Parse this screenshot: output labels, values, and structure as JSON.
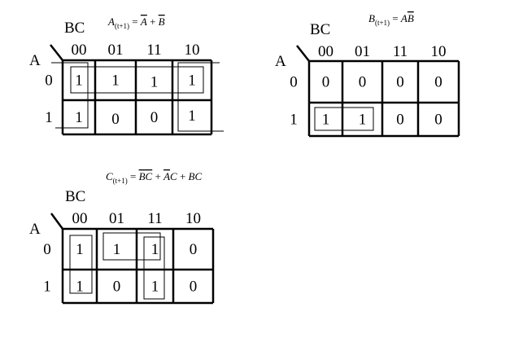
{
  "maps": [
    {
      "id": "A",
      "equation": {
        "lhs": "A",
        "sub": "(t+1)",
        "rhs_terms": [
          {
            "text": "A",
            "bar": true
          },
          {
            "text": " + ",
            "bar": false
          },
          {
            "text": "B",
            "bar": true
          }
        ]
      },
      "col_var": "BC",
      "row_var": "A",
      "col_labels": [
        "00",
        "01",
        "11",
        "10"
      ],
      "row_labels": [
        "0",
        "1"
      ],
      "cells": [
        [
          "1",
          "1",
          "1",
          "1"
        ],
        [
          "1",
          "0",
          "0",
          "1"
        ]
      ]
    },
    {
      "id": "B",
      "equation": {
        "lhs": "B",
        "sub": "(t+1)",
        "rhs_terms": [
          {
            "text": "A",
            "bar": false
          },
          {
            "text": "B",
            "bar": true
          }
        ]
      },
      "col_var": "BC",
      "row_var": "A",
      "col_labels": [
        "00",
        "01",
        "11",
        "10"
      ],
      "row_labels": [
        "0",
        "1"
      ],
      "cells": [
        [
          "0",
          "0",
          "0",
          "0"
        ],
        [
          "1",
          "1",
          "0",
          "0"
        ]
      ]
    },
    {
      "id": "C",
      "equation": {
        "lhs": "C",
        "sub": "(t+1)",
        "rhs_terms": [
          {
            "text": "B",
            "bar": true
          },
          {
            "text": "C",
            "bar": true
          },
          {
            "text": " + ",
            "bar": false
          },
          {
            "text": "A",
            "bar": true
          },
          {
            "text": "C",
            "bar": false
          },
          {
            "text": " + ",
            "bar": false
          },
          {
            "text": "BC",
            "bar": false
          }
        ]
      },
      "col_var": "BC",
      "row_var": "A",
      "col_labels": [
        "00",
        "01",
        "11",
        "10"
      ],
      "row_labels": [
        "0",
        "1"
      ],
      "cells": [
        [
          "1",
          "1",
          "1",
          "0"
        ],
        [
          "1",
          "0",
          "1",
          "0"
        ]
      ]
    }
  ]
}
